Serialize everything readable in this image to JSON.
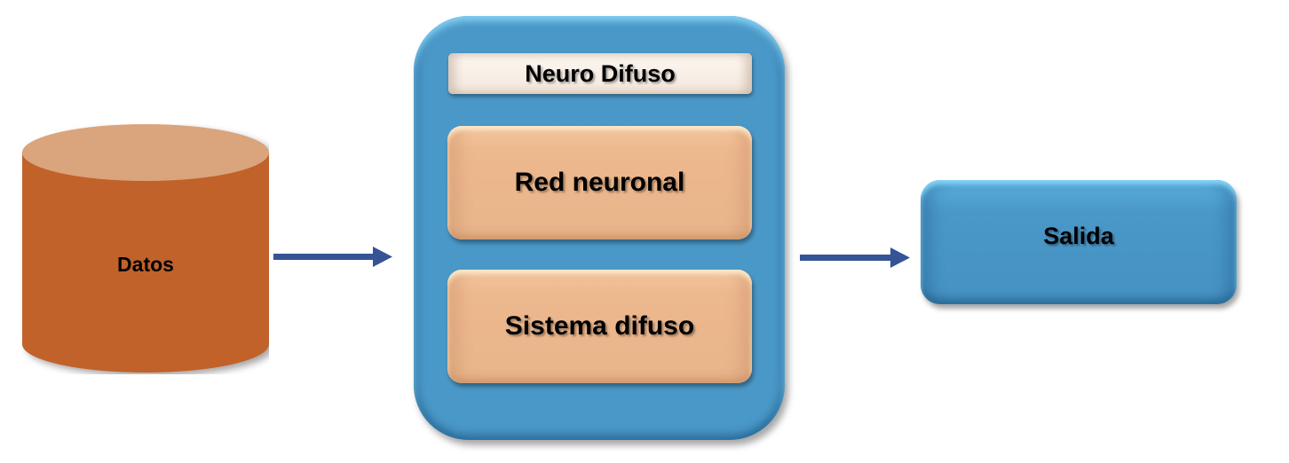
{
  "diagram": {
    "nodes": {
      "datos": {
        "label": "Datos",
        "shape": "cylinder",
        "color": "#c0622c",
        "top_color": "#daa47c"
      },
      "neuro_difuso": {
        "title": "Neuro Difuso",
        "color": "#4a98c8",
        "children": [
          {
            "label": "Red neuronal",
            "color": "#eab68c"
          },
          {
            "label": "Sistema difuso",
            "color": "#eab68c"
          }
        ]
      },
      "salida": {
        "label": "Salida",
        "color": "#4a98c8"
      }
    },
    "edges": [
      {
        "from": "datos",
        "to": "neuro_difuso",
        "color": "#345495"
      },
      {
        "from": "neuro_difuso",
        "to": "salida",
        "color": "#345495"
      }
    ]
  }
}
